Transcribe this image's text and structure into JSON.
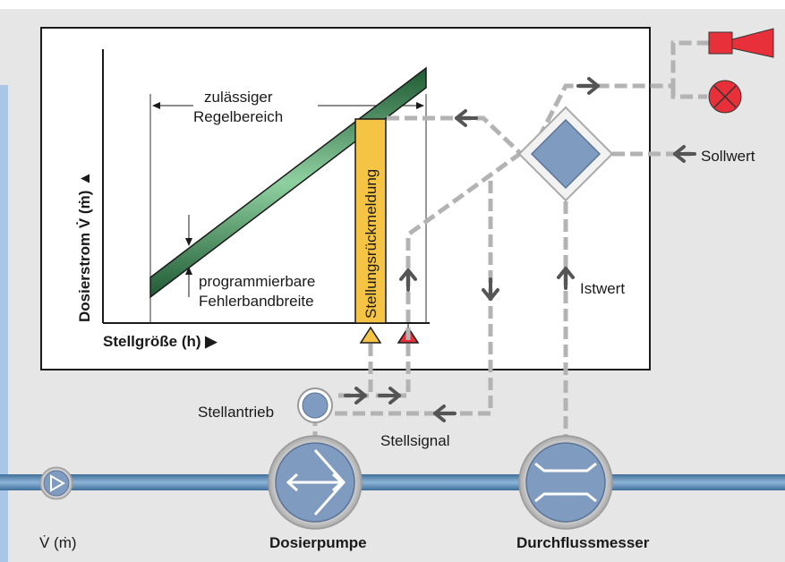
{
  "chart": {
    "y_axis_label": "Dosierstrom V̇ (ṁ) ▲",
    "x_axis_label": "Stellgröße (h) ▶",
    "range_label_line1": "zulässiger",
    "range_label_line2": "Regelbereich",
    "feedback_bar_label": "Stellungsrückmeldung",
    "band_label_line1": "programmierbare",
    "band_label_line2": "Fehlerbandbreite"
  },
  "labels": {
    "setpoint": "Sollwert",
    "actual_value": "Istwert",
    "actuator": "Stellantrieb",
    "control_signal": "Stellsignal",
    "flow_symbol": "V̇ (ṁ)",
    "pump": "Dosierpumpe",
    "flowmeter": "Durchflussmesser"
  },
  "colors": {
    "background": "#e6e6e6",
    "accent_stripe": "#a9c6e6",
    "pipe": "#5f8fb8",
    "component_fill": "#7f9bbf",
    "signal_line": "#b3b3b3",
    "arrow": "#555555",
    "band": "#3a8a55",
    "feedback_bar": "#f6c444",
    "alarm": "#e8303a"
  }
}
